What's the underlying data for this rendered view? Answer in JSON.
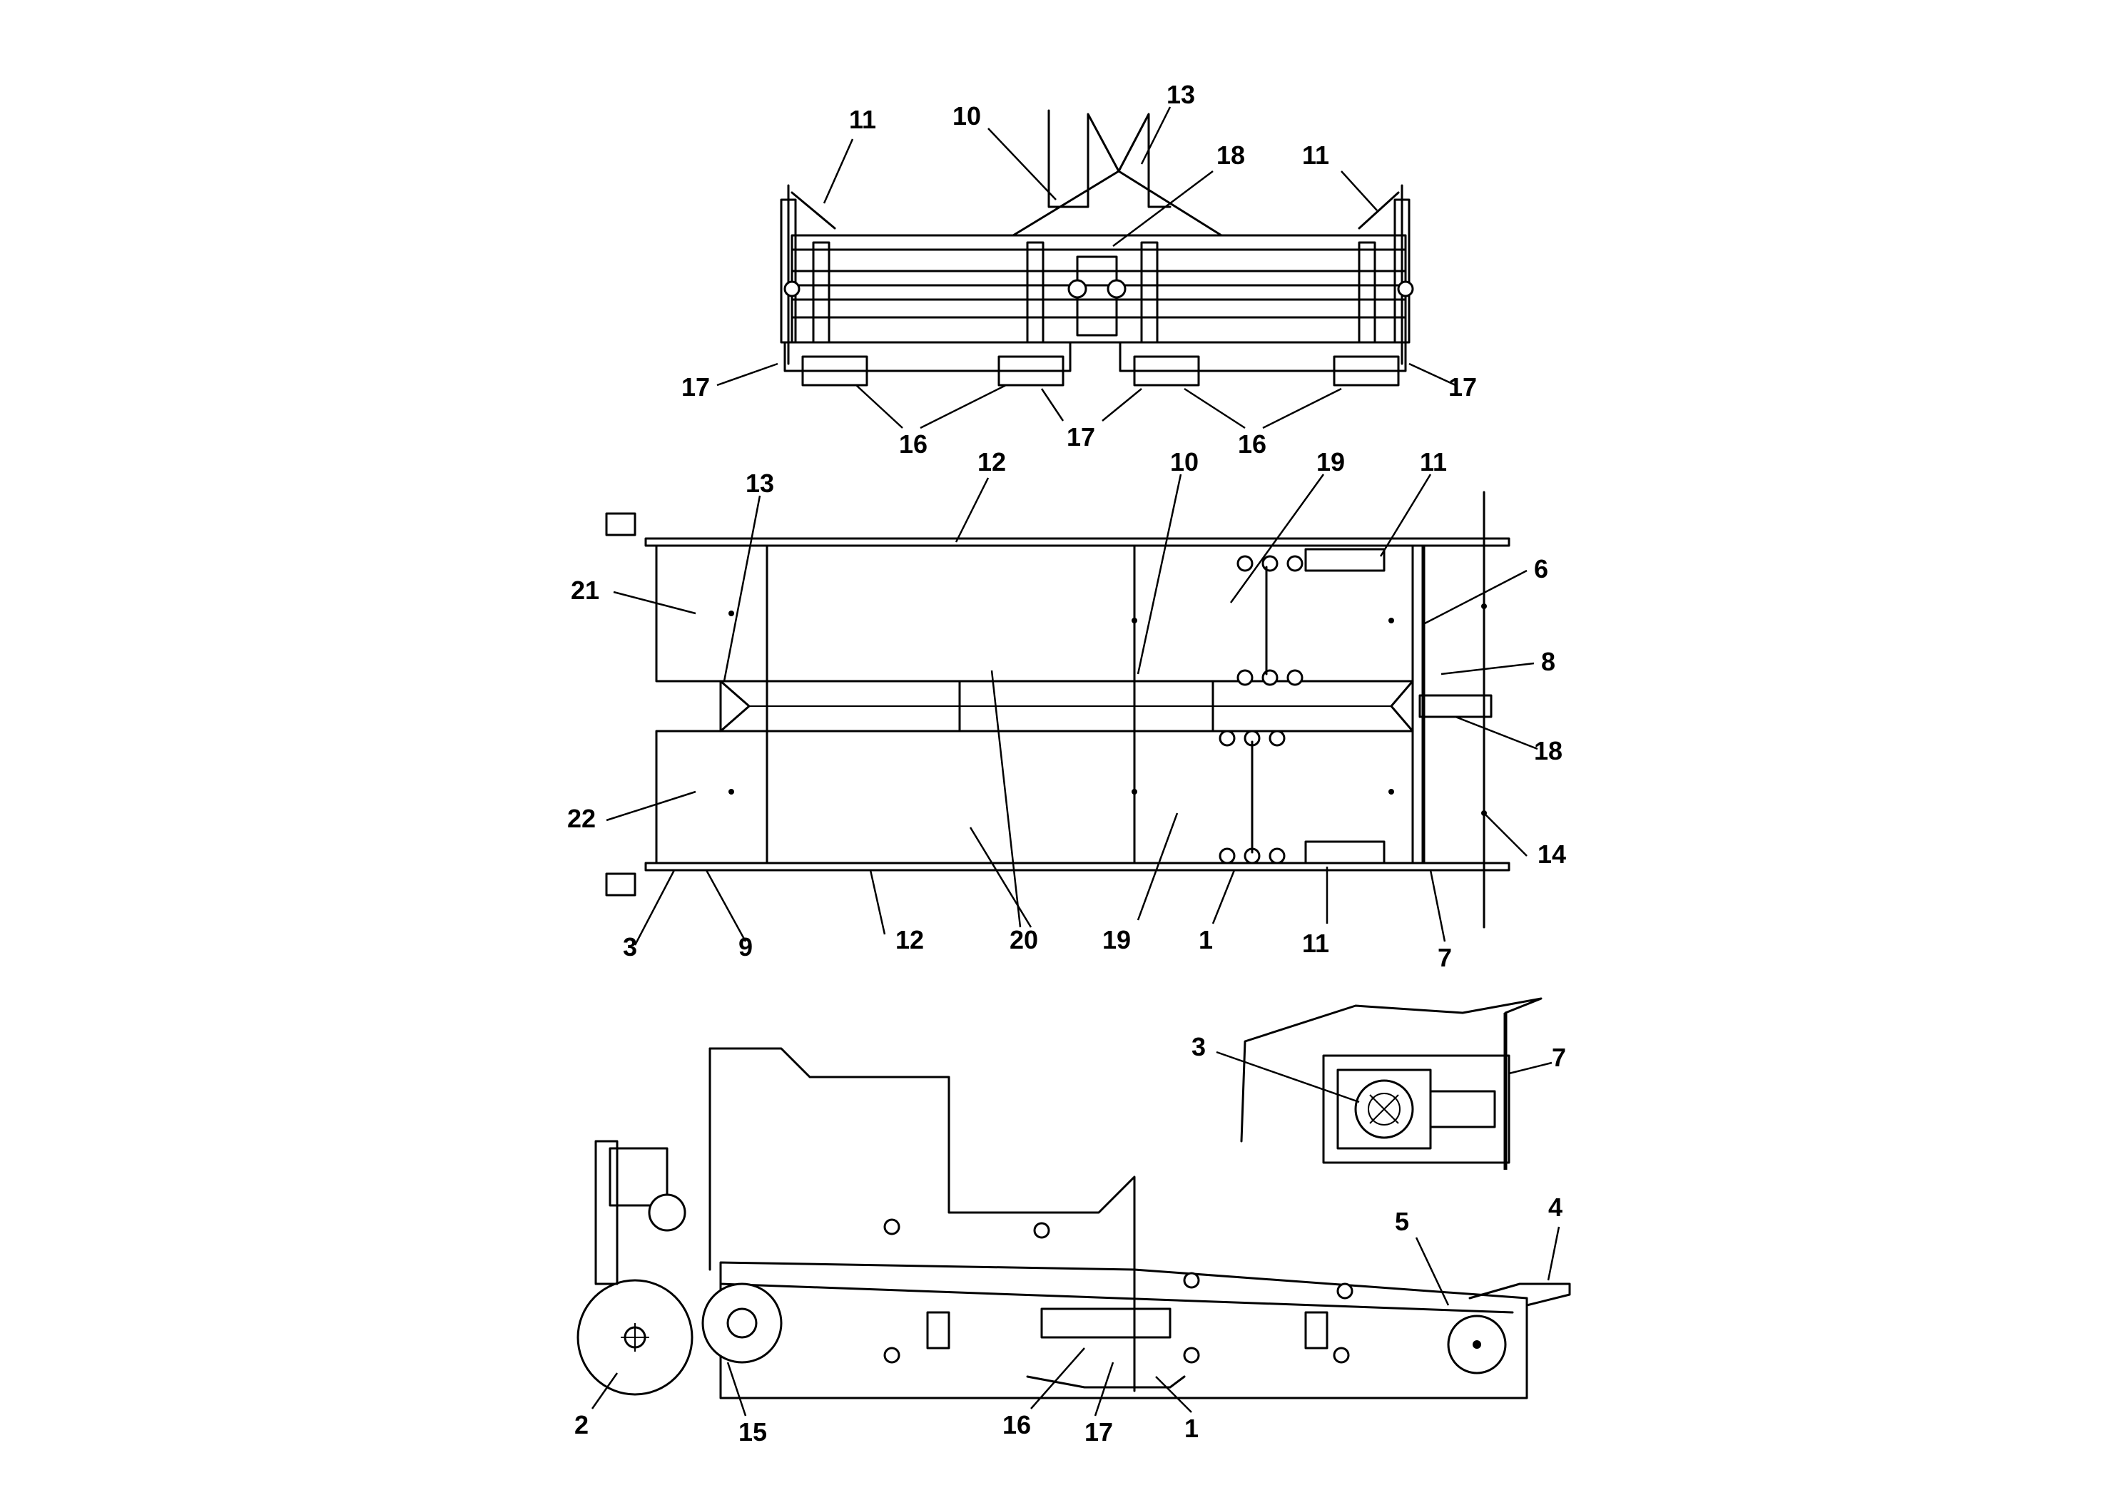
{
  "callouts": {
    "top": {
      "c11a": "11",
      "c10": "10",
      "c13": "13",
      "c18": "18",
      "c11b": "11",
      "c17a": "17",
      "c16a": "16",
      "c17b": "17",
      "c16b": "16",
      "c17c": "17"
    },
    "plan": {
      "c13": "13",
      "c12a": "12",
      "c10": "10",
      "c19a": "19",
      "c11a": "11",
      "c21": "21",
      "c6": "6",
      "c8": "8",
      "c18": "18",
      "c22": "22",
      "c14": "14",
      "c3": "3",
      "c9": "9",
      "c12b": "12",
      "c20": "20",
      "c19b": "19",
      "c1": "1",
      "c11b": "11",
      "c7": "7"
    },
    "detail": {
      "c3": "3",
      "c7": "7"
    },
    "side": {
      "c5": "5",
      "c4": "4",
      "c2": "2",
      "c15": "15",
      "c16": "16",
      "c17": "17",
      "c1": "1"
    }
  }
}
